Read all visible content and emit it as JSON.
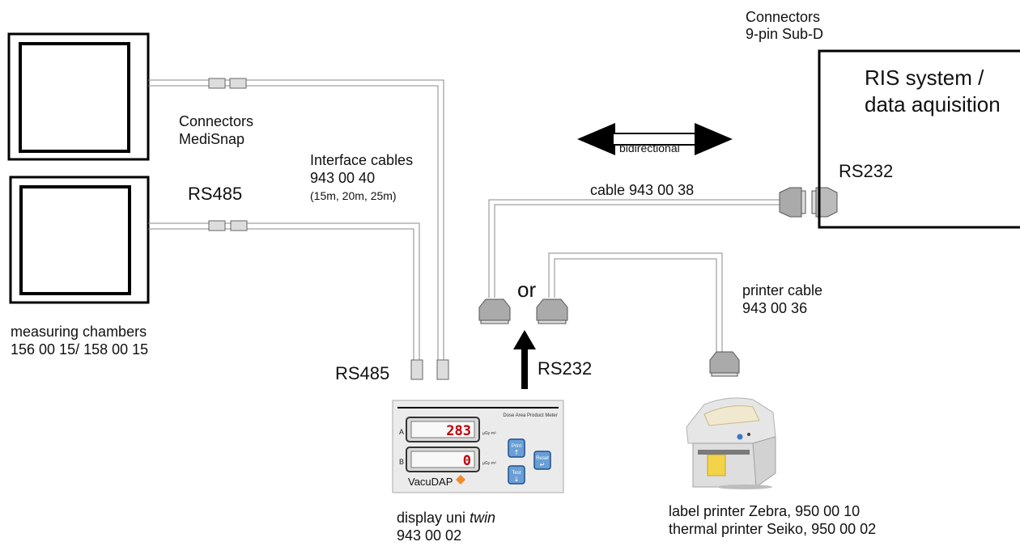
{
  "labels": {
    "connectors_subd_line1": "Connectors",
    "connectors_subd_line2": "9-pin Sub-D",
    "ris_line1": "RIS system /",
    "ris_line2": "data aquisition",
    "ris_rs232": "RS232",
    "connectors_medisnap_line1": "Connectors",
    "connectors_medisnap_line2": "MediSnap",
    "bidirectional": "bidirectional",
    "interface_cables_line1": "Interface cables",
    "interface_cables_line2": "943 00 40",
    "interface_cables_line3": "(15m, 20m, 25m)",
    "rs485_top": "RS485",
    "cable_938": "cable 943 00 38",
    "or": "or",
    "printer_cable_line1": "printer cable",
    "printer_cable_line2": "943 00 36",
    "measuring_line1": "measuring chambers",
    "measuring_line2": "156 00 15/ 158 00 15",
    "rs485_bottom": "RS485",
    "rs232_arrow": "RS232",
    "display_line1_a": "display uni ",
    "display_line1_b": "twin",
    "display_line2": "943 00 02",
    "printer_line1": "label printer Zebra, 950 00 10",
    "printer_line2": "thermal printer Seiko, 950 00 02"
  },
  "device": {
    "header": "Dose Area Product Meter",
    "channel_a": "A",
    "channel_b": "B",
    "value_a": "283",
    "value_b": "0",
    "unit": "µGy·m²",
    "btn_print": "Print",
    "btn_test": "Test",
    "btn_reset": "Reset",
    "brand": "VacuDAP"
  }
}
